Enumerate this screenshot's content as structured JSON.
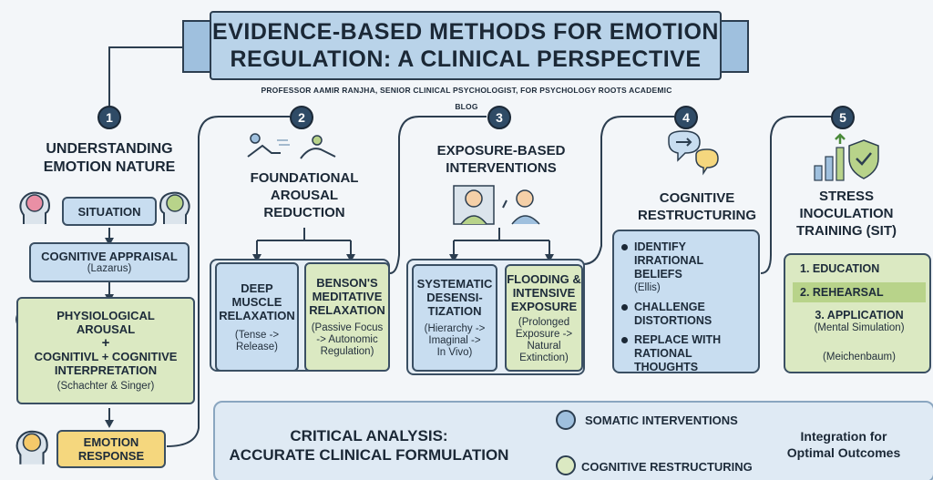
{
  "title": {
    "line1": "EVIDENCE-BASED METHODS FOR EMOTION",
    "line2": "REGULATION: A CLINICAL PERSPECTIVE",
    "subtitle": "PROFESSOR AAMIR RANJHA, SENIOR CLINICAL PSYCHOLOGIST, FOR PSYCHOLOGY ROOTS ACADEMIC BLOG"
  },
  "sections": [
    {
      "number": "1",
      "heading_line1": "UNDERSTANDING",
      "heading_line2": "EMOTION NATURE",
      "situation": "SITUATION",
      "appraisal": "COGNITIVE APPRAISAL",
      "appraisal_ref": "(Lazarus)",
      "arousal_line1": "PHYSIOLOGICAL",
      "arousal_line2": "AROUSAL",
      "plus": "+",
      "interp_line1": "COGNITIVL + COGNITIVE",
      "interp_line2": "INTERPRETATION",
      "interp_ref": "(Schachter & Singer)",
      "response_line1": "EMOTION",
      "response_line2": "RESPONSE"
    },
    {
      "number": "2",
      "heading_line1": "FOUNDATIONAL",
      "heading_line2": "AROUSAL",
      "heading_line3": "REDUCTION",
      "left_line1": "DEEP",
      "left_line2": "MUSCLE",
      "left_line3": "RELAXATION",
      "left_sub1": "(Tense ->",
      "left_sub2": "Release)",
      "right_line1": "BENSON'S",
      "right_line2": "MEDITATIVE",
      "right_line3": "RELAXATION",
      "right_sub1": "(Passive Focus",
      "right_sub2": "-> Autonomic",
      "right_sub3": "Regulation)"
    },
    {
      "number": "3",
      "heading_line1": "EXPOSURE-BASED",
      "heading_line2": "INTERVENTIONS",
      "left_line1": "SYSTEMATIC",
      "left_line2": "DESENSI-",
      "left_line3": "TIZATION",
      "left_sub1": "(Hierarchy ->",
      "left_sub2": "Imaginal ->",
      "left_sub3": "In Vivo)",
      "right_line1": "FLOODING &",
      "right_line2": "INTENSIVE",
      "right_line3": "EXPOSURE",
      "right_sub1": "(Prolonged",
      "right_sub2": "Exposure ->",
      "right_sub3": "Natural",
      "right_sub4": "Extinction)"
    },
    {
      "number": "4",
      "heading_line1": "COGNITIVE",
      "heading_line2": "RESTRUCTURING",
      "b1_line1": "IDENTIFY",
      "b1_line2": "IRRATIONAL BELIEFS",
      "b1_ref": "(Ellis)",
      "b2_line1": "CHALLENGE",
      "b2_line2": "DISTORTIONS",
      "b3_line1": "REPLACE WITH",
      "b3_line2": "RATIONAL",
      "b3_line3": "THOUGHTS"
    },
    {
      "number": "5",
      "heading_line1": "STRESS",
      "heading_line2": "INOCULATION",
      "heading_line3": "TRAINING (SIT)",
      "step1": "1. EDUCATION",
      "step2": "2. REHEARSAL",
      "step3": "3. APPLICATION",
      "step3_sub": "(Mental Simulation)",
      "ref": "(Meichenbaum)"
    }
  ],
  "analysis": {
    "line1": "CRITICAL ANALYSIS:",
    "line2": "ACCURATE CLINICAL FORMULATION",
    "branch1": "SOMATIC INTERVENTIONS",
    "branch2": "COGNITIVE RESTRUCTURING",
    "outcome_line1": "Integration for",
    "outcome_line2": "Optimal Outcomes"
  },
  "colors": {
    "navy": "#2f4b66",
    "light_blue": "#c8ddf0",
    "light_green": "#dbe9c2",
    "yellow": "#f5d77e"
  }
}
